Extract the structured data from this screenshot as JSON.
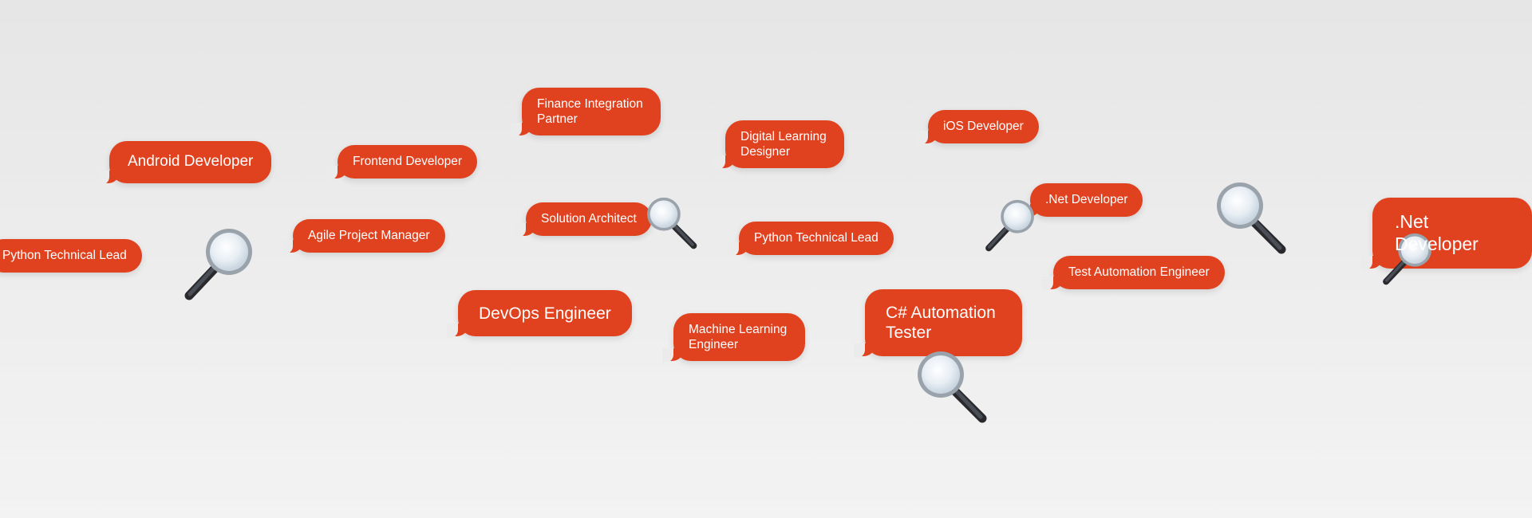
{
  "bubbles": [
    {
      "id": "python-technical-lead-left",
      "text": "Python Technical Lead"
    },
    {
      "id": "android-developer",
      "text": "Android Developer"
    },
    {
      "id": "frontend-developer",
      "text": "Frontend Developer"
    },
    {
      "id": "agile-project-manager",
      "text": "Agile Project Manager"
    },
    {
      "id": "finance-integration-partner",
      "text": "Finance Integration Partner"
    },
    {
      "id": "solution-architect",
      "text": "Solution Architect"
    },
    {
      "id": "devops-engineer",
      "text": "DevOps Engineer"
    },
    {
      "id": "digital-learning-designer",
      "text": "Digital Learning Designer"
    },
    {
      "id": "python-technical-lead",
      "text": "Python Technical Lead"
    },
    {
      "id": "machine-learning-engineer",
      "text": "Machine Learning Engineer"
    },
    {
      "id": "ios-developer",
      "text": "iOS Developer"
    },
    {
      "id": "net-developer-small",
      "text": ".Net Developer"
    },
    {
      "id": "test-automation-engineer",
      "text": "Test Automation Engineer"
    },
    {
      "id": "csharp-automation-tester",
      "text": "C# Automation Tester"
    },
    {
      "id": "net-developer-large",
      "text": ".Net Developer"
    }
  ],
  "colors": {
    "bubble": "#e0411e",
    "bubble_text": "#ffffff",
    "background": "#ebebeb"
  },
  "icons": {
    "magnifier": "magnifying-glass-icon"
  }
}
